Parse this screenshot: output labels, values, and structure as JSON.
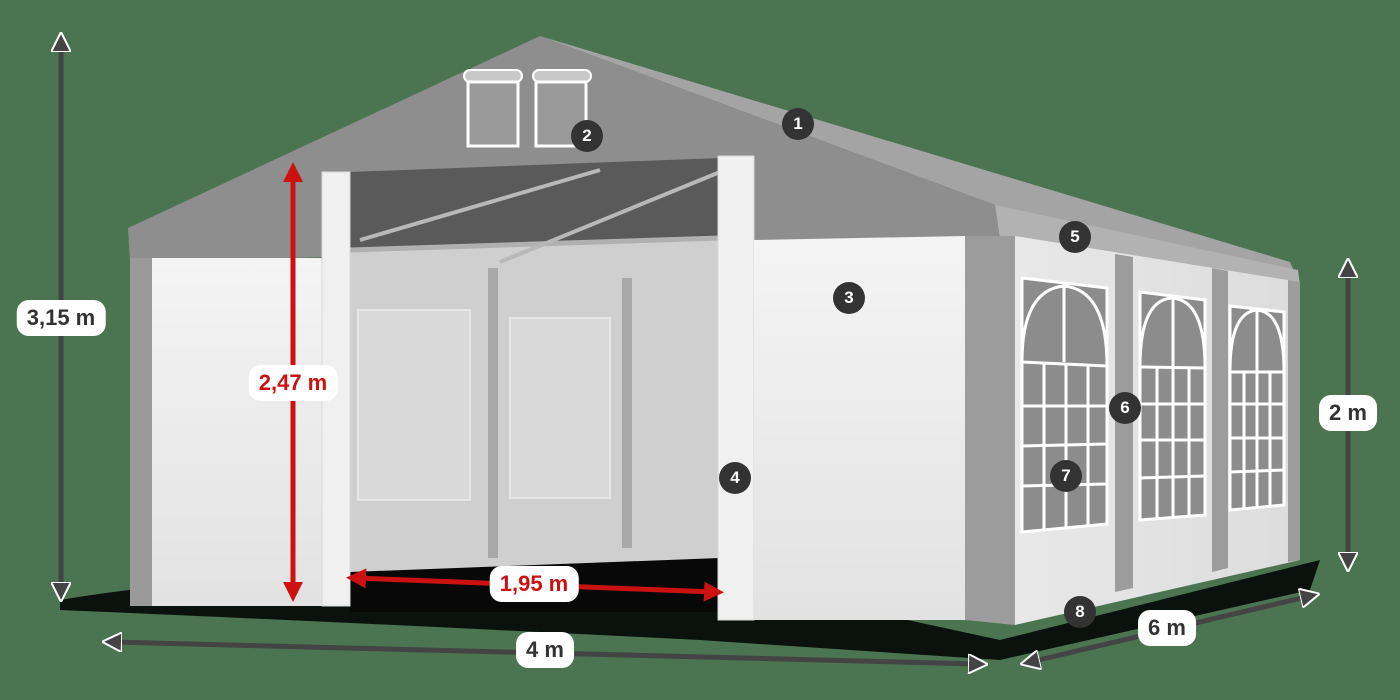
{
  "diagram": {
    "subject": "Party tent with dimension annotations",
    "colors": {
      "background": "#4a7550",
      "dimension_arrow": "#444444",
      "door_dimension_arrow": "#cc1111",
      "badge": "#333333",
      "tent_roof": "#8e8e8e",
      "tent_wall": "#ececec",
      "tent_post": "#9a9a9a",
      "interior_floor": "#0a0a0a"
    },
    "dimensions": {
      "total_height": {
        "label": "3,15 m",
        "axis": "vertical"
      },
      "wall_height": {
        "label": "2 m",
        "axis": "vertical"
      },
      "door_height": {
        "label": "2,47 m",
        "axis": "vertical",
        "color": "red"
      },
      "door_width": {
        "label": "1,95 m",
        "axis": "horizontal",
        "color": "red"
      },
      "width": {
        "label": "4 m",
        "axis": "horizontal"
      },
      "length": {
        "label": "6 m",
        "axis": "diagonal"
      }
    },
    "callouts": [
      {
        "number": "1",
        "target": "roof"
      },
      {
        "number": "2",
        "target": "gable ventilation windows"
      },
      {
        "number": "3",
        "target": "front wall panel"
      },
      {
        "number": "4",
        "target": "door zipper"
      },
      {
        "number": "5",
        "target": "eave / roof edge"
      },
      {
        "number": "6",
        "target": "side post cover"
      },
      {
        "number": "7",
        "target": "side window"
      },
      {
        "number": "8",
        "target": "ground skirt"
      }
    ]
  }
}
